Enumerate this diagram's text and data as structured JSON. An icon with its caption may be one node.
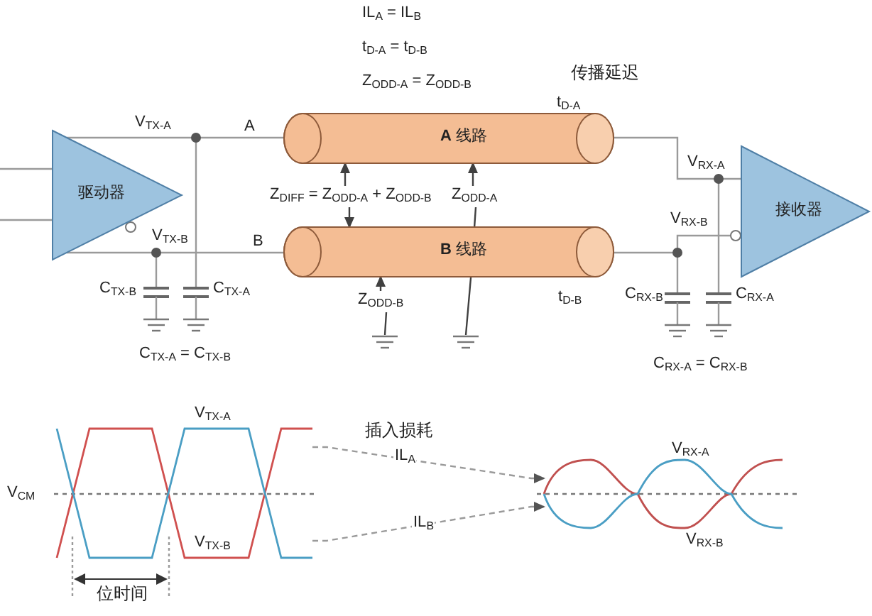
{
  "diagram": {
    "nodes": [
      {
        "text": [
          "驱动器"
        ]
      },
      {
        "text": [
          "**A** 线路"
        ]
      },
      {
        "text": [
          "**B** 线路"
        ]
      },
      {
        "text": [
          "接收器"
        ]
      },
      {
        "text": [
          "Z$_{DIFF}$ = Z$_{ODD-A}$ + Z$_{ODD-B}$"
        ]
      },
      {
        "text": [
          "Z$_{ODD-A}$"
        ]
      },
      {
        "text": [
          "Z$_{ODD-B}$"
        ]
      },
      {
        "text": [],
        "shape": "picture"
      },
      {
        "text": [],
        "shape": "picture"
      }
    ],
    "edges": [
      {
        "from": 0,
        "to": 1,
        "arrow": "none"
      },
      {
        "from": 0,
        "to": 2,
        "arrow": "none"
      },
      {
        "from": 1,
        "to": 3,
        "arrow": "none"
      },
      {
        "from": 2,
        "to": 3,
        "arrow": "none"
      },
      {
        "from": 4,
        "to": 1,
        "arrow": "to",
        "color": "#404040"
      },
      {
        "from": 4,
        "to": 2,
        "arrow": "to",
        "color": "#404040"
      },
      {
        "from": 5,
        "to": 1,
        "arrow": "to",
        "color": "#404040"
      },
      {
        "from": 6,
        "to": 2,
        "arrow": "to",
        "color": "#404040"
      },
      {
        "from": 7,
        "to": 8,
        "arrow": "to",
        "style": "dashed",
        "label": "IL$_{A}$"
      },
      {
        "from": 7,
        "to": 8,
        "arrow": "to",
        "style": "dashed",
        "label": "IL$_{B}$"
      }
    ],
    "labels": [
      "IL$_{A}$ = IL$_{B}$",
      "t$_{D-A}$ = t$_{D-B}$",
      "Z$_{ODD-A}$ = Z$_{ODD-B}$",
      "传播延迟",
      "t$_{D-A}$",
      "V$_{TX-A}$",
      "A",
      "V$_{RX-A}$",
      "V$_{TX-B}$",
      "B",
      "V$_{RX-B}$",
      "C$_{TX-B}$",
      "C$_{TX-A}$",
      "t$_{D-B}$",
      "C$_{RX-B}$",
      "C$_{RX-A}$",
      "C$_{TX-A}$ = C$_{TX-B}$",
      "C$_{RX-A}$ = C$_{RX-B}$",
      "V$_{TX-A}$",
      "插入损耗",
      "V$_{RX-A}$",
      "V$_{CM}$",
      "V$_{TX-B}$",
      "V$_{RX-B}$",
      "位时间"
    ]
  }
}
